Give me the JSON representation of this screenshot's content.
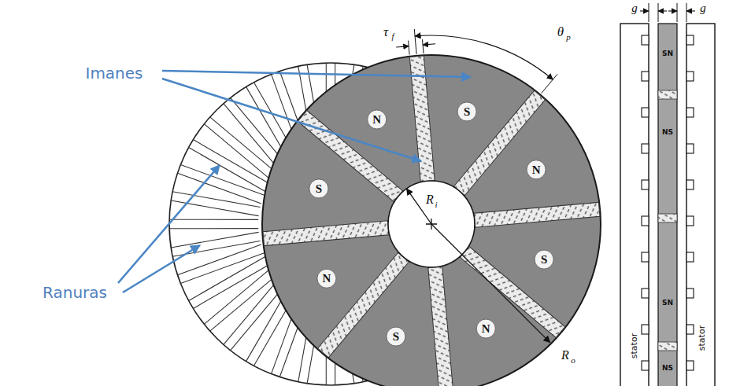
{
  "diagram": {
    "labels": [
      "Imanes",
      "Ranuras",
      "τ",
      "f",
      "θ",
      "p",
      "R",
      "i",
      "R",
      "o",
      "N",
      "S",
      "N",
      "S",
      "N",
      "S",
      "N",
      "S",
      "g",
      "g",
      "SN",
      "NS",
      "SN",
      "NS",
      "stator",
      "stator"
    ]
  }
}
